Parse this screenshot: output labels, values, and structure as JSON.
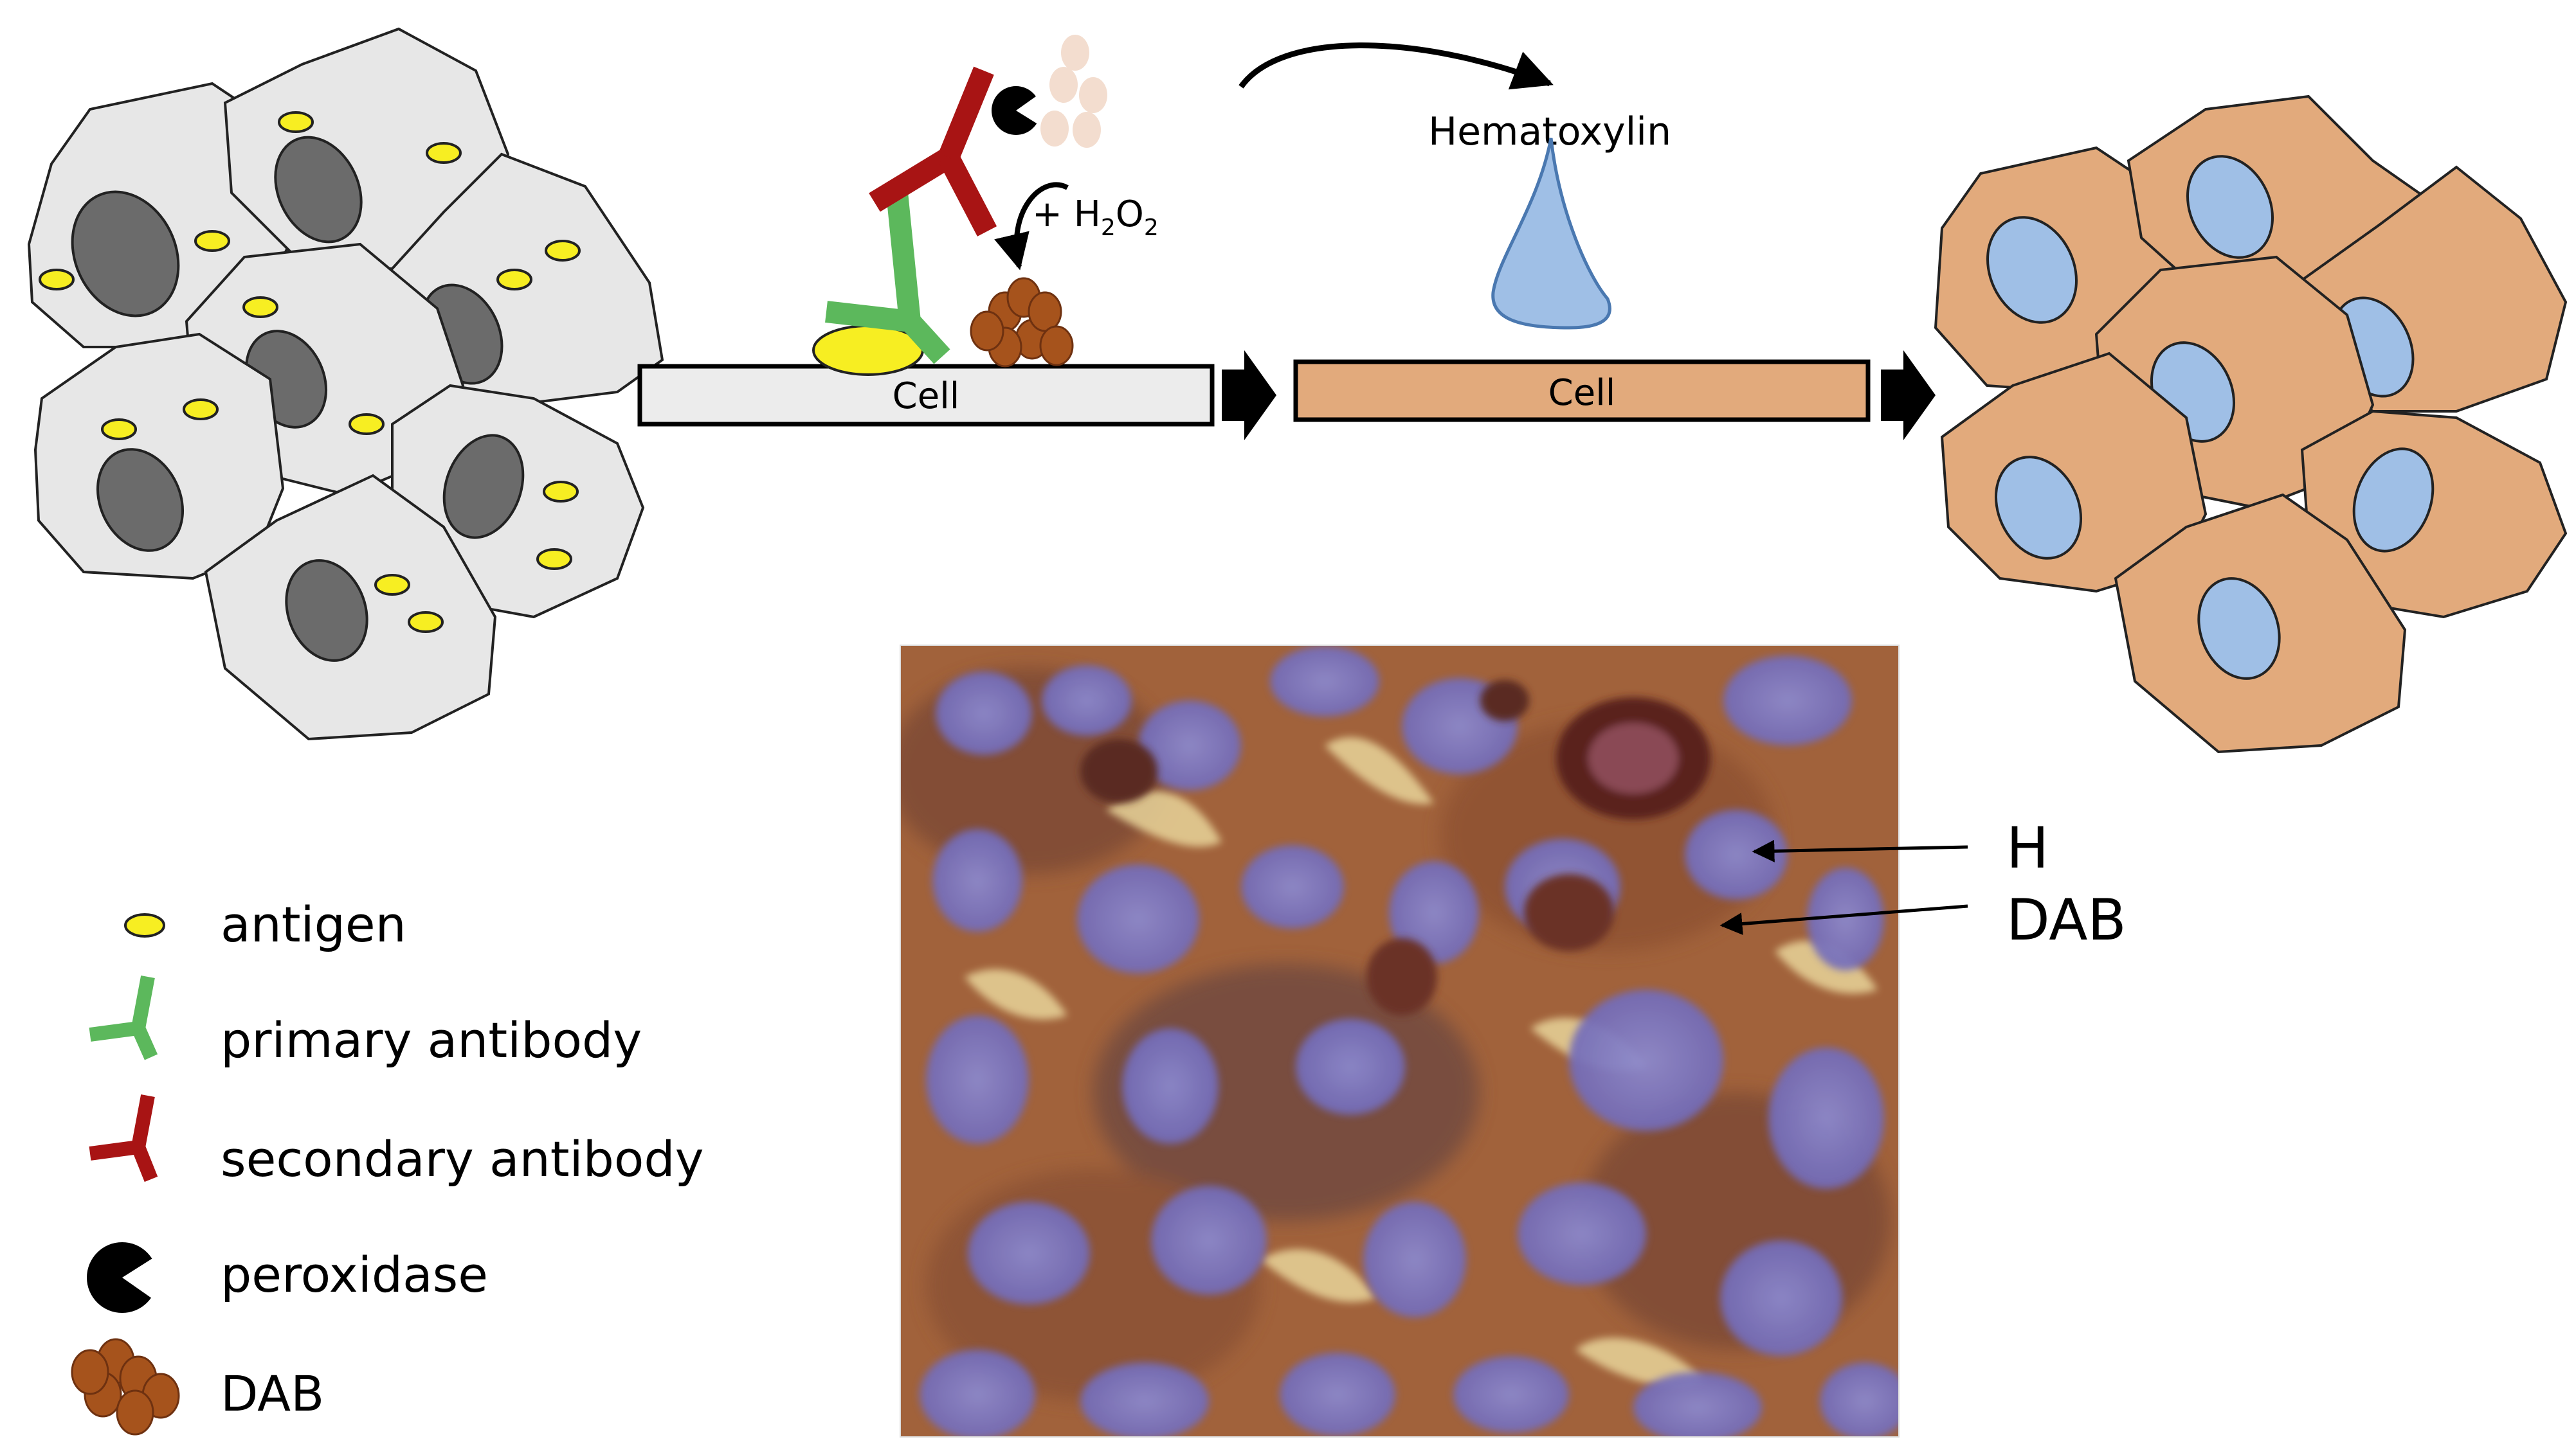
{
  "process": {
    "cell_label_1": "Cell",
    "cell_label_2": "Cell",
    "h2o2": {
      "prefix": "+ H",
      "sub1": "2",
      "mid": "O",
      "sub2": "2"
    },
    "hematoxylin_label": "Hematoxylin"
  },
  "legend": {
    "items": [
      {
        "label": "antigen",
        "icon": "antigen-icon"
      },
      {
        "label": "primary antibody",
        "icon": "primary-antibody-icon"
      },
      {
        "label": "secondary antibody",
        "icon": "secondary-antibody-icon"
      },
      {
        "label": "peroxidase",
        "icon": "peroxidase-icon"
      },
      {
        "label": "DAB",
        "icon": "dab-icon"
      }
    ]
  },
  "micrograph": {
    "annotations": [
      {
        "label": "H"
      },
      {
        "label": "DAB"
      }
    ]
  },
  "colors": {
    "antigen": "#f7ee22",
    "primary_antibody": "#5cb85c",
    "secondary_antibody": "#a81414",
    "peroxidase": "#000000",
    "dab": "#a6531c",
    "unstained_cell": "#e7e7e7",
    "unstained_nucleus": "#6b6b6b",
    "stained_cell": "#e2aa7c",
    "stained_nucleus": "#9fbfe6",
    "hematoxylin_drop": "#9fbfe6"
  }
}
